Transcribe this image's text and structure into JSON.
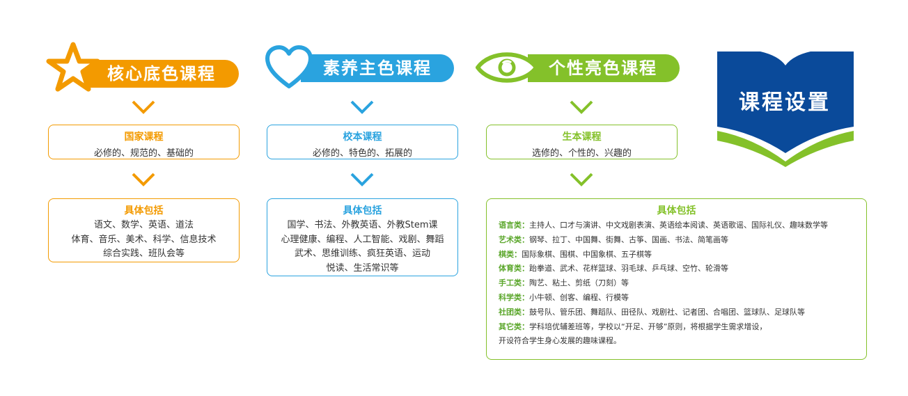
{
  "colors": {
    "orange": "#f39a00",
    "blue": "#2aa3df",
    "green": "#84c12a",
    "navy": "#0a4a9a"
  },
  "columns": [
    {
      "heading": "核心底色课程",
      "icon": "star-icon",
      "box1_title": "国家课程",
      "box1_sub": "必修的、规范的、基础的",
      "box2_title": "具体包括",
      "box2_lines": [
        "语文、数学、英语、道法",
        "体育、音乐、美术、科学、信息技术",
        "综合实践、班队会等"
      ]
    },
    {
      "heading": "素养主色课程",
      "icon": "heart-icon",
      "box1_title": "校本课程",
      "box1_sub": "必修的、特色的、拓展的",
      "box2_title": "具体包括",
      "box2_lines": [
        "国学、书法、外教英语、外教Stem课",
        "心理健康、编程、人工智能、戏剧、舞蹈",
        "武术、思维训练、疯狂英语、运动",
        "悦读、生活常识等"
      ]
    },
    {
      "heading": "个性亮色课程",
      "icon": "eye-icon",
      "box1_title": "生本课程",
      "box1_sub": "选修的、个性的、兴趣的",
      "box2_title": "具体包括",
      "details": [
        {
          "label": "语言类：",
          "text": "主持人、口才与演讲、中文戏剧表演、英语绘本阅读、英语歌谣、国际礼仪、趣味数学等"
        },
        {
          "label": "艺术类：",
          "text": "钢琴、拉丁、中国舞、街舞、古筝、国画、书法、简笔画等"
        },
        {
          "label": "棋类：",
          "text": "国际象棋、围棋、中国象棋、五子棋等"
        },
        {
          "label": "体育类：",
          "text": "跆拳道、武术、花样篮球、羽毛球、乒乓球、空竹、轮滑等"
        },
        {
          "label": "手工类：",
          "text": "陶艺、粘土、剪纸（刀刻）等"
        },
        {
          "label": "科学类：",
          "text": "小牛顿、创客、编程、行模等"
        },
        {
          "label": "社团类：",
          "text": "鼓号队、管乐团、舞蹈队、田径队、戏剧社、记者团、合唱团、篮球队、足球队等"
        },
        {
          "label": "其它类：",
          "text": "学科培优辅差班等，学校以“开足、开够”原则，将根据学生需求增设，"
        },
        {
          "label": "",
          "text": "开设符合学生身心发展的趣味课程。"
        }
      ]
    }
  ],
  "book": {
    "title": "课程设置",
    "icon": "open-book-icon"
  }
}
